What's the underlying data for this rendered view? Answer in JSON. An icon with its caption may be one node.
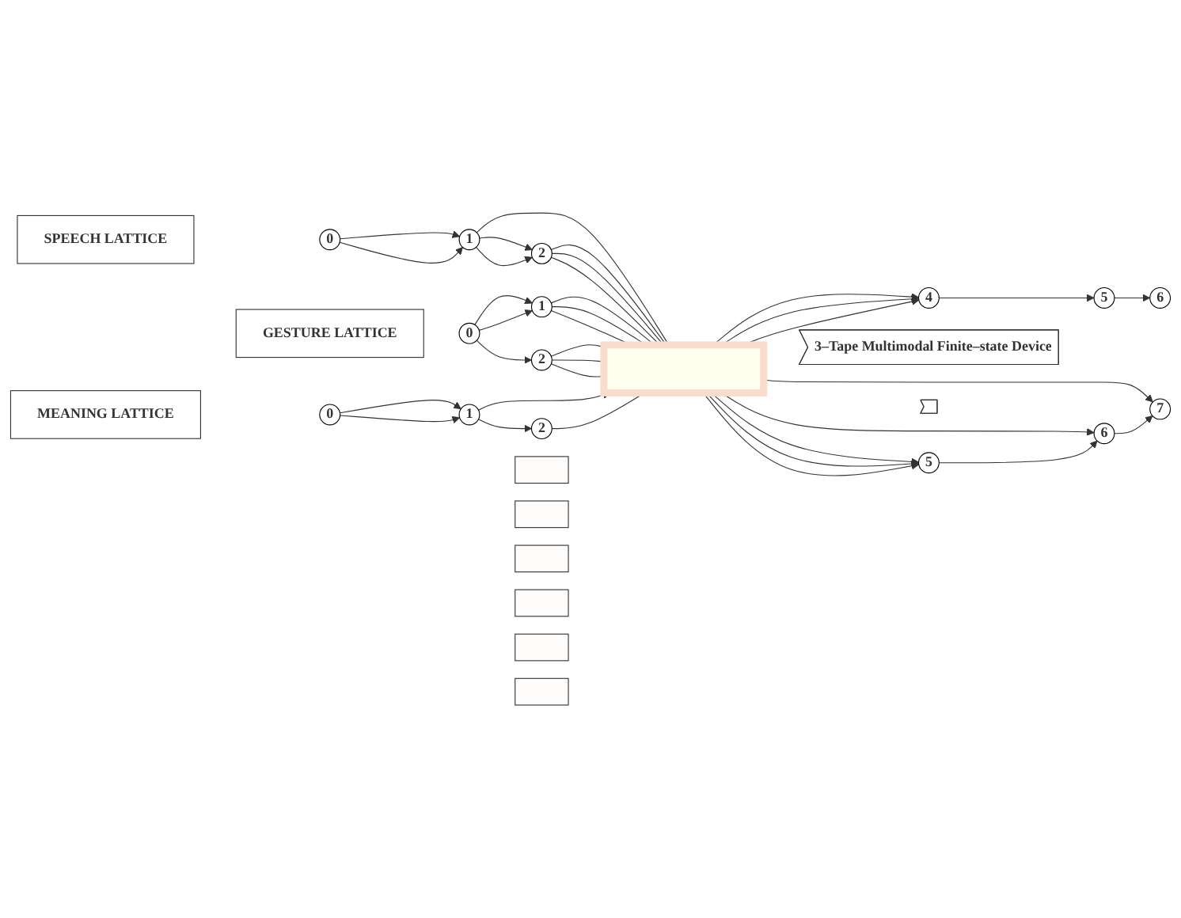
{
  "diagram": {
    "nodes": [
      {
        "text": [
          "SPEECH LATTICE"
        ]
      },
      {
        "text": [],
        "shape": "box"
      },
      {
        "text": [
          "0"
        ]
      },
      {
        "text": [
          "1"
        ]
      },
      {
        "text": [
          "2"
        ]
      },
      {
        "text": [
          "4"
        ]
      },
      {
        "text": [
          "5"
        ]
      },
      {
        "text": [
          "6"
        ]
      },
      {
        "text": [],
        "shape": "bar"
      },
      {
        "text": [],
        "shape": "bar"
      },
      {
        "text": [],
        "shape": "bar"
      },
      {
        "text": [
          "GESTURE LATTICE"
        ]
      },
      {
        "text": [
          "3–Tape Multimodal Finite–state Device"
        ]
      },
      {
        "text": [
          "0"
        ]
      },
      {
        "text": [
          "1"
        ]
      },
      {
        "text": [
          "2"
        ]
      },
      {
        "text": [
          "5"
        ]
      },
      {
        "text": [
          "6"
        ]
      },
      {
        "text": [
          "7"
        ]
      },
      {
        "text": [],
        "shape": "bar"
      },
      {
        "text": [],
        "shape": "bar"
      },
      {
        "text": [],
        "shape": "bar"
      },
      {
        "text": [
          "MEANING LATTICE"
        ]
      },
      {
        "text": [],
        "shape": "arrow"
      },
      {
        "text": [
          "0"
        ]
      },
      {
        "text": [
          "1"
        ]
      },
      {
        "text": [
          "2"
        ]
      }
    ],
    "edges": [
      {
        "from": 2,
        "to": 3,
        "arrow": "to"
      },
      {
        "from": 2,
        "to": 3,
        "arrow": "to"
      },
      {
        "from": 3,
        "to": 4,
        "arrow": "to"
      },
      {
        "from": 3,
        "to": 4,
        "arrow": "to"
      },
      {
        "from": 3,
        "to": 1,
        "arrow": "none"
      },
      {
        "from": 4,
        "to": 1,
        "arrow": "none"
      },
      {
        "from": 4,
        "to": 1,
        "arrow": "none"
      },
      {
        "from": 4,
        "to": 1,
        "arrow": "none"
      },
      {
        "from": 1,
        "to": 5,
        "arrow": "to"
      },
      {
        "from": 1,
        "to": 5,
        "arrow": "to"
      },
      {
        "from": 1,
        "to": 5,
        "arrow": "to"
      },
      {
        "from": 5,
        "to": 6,
        "arrow": "to"
      },
      {
        "from": 6,
        "to": 7,
        "arrow": "to"
      },
      {
        "from": 13,
        "to": 14,
        "arrow": "to"
      },
      {
        "from": 13,
        "to": 14,
        "arrow": "to"
      },
      {
        "from": 13,
        "to": 15,
        "arrow": "to"
      },
      {
        "from": 14,
        "to": 1,
        "arrow": "none"
      },
      {
        "from": 14,
        "to": 1,
        "arrow": "none"
      },
      {
        "from": 14,
        "to": 1,
        "arrow": "none"
      },
      {
        "from": 15,
        "to": 1,
        "arrow": "none"
      },
      {
        "from": 15,
        "to": 1,
        "arrow": "none"
      },
      {
        "from": 15,
        "to": 1,
        "arrow": "none"
      },
      {
        "from": 1,
        "to": 16,
        "arrow": "to"
      },
      {
        "from": 1,
        "to": 16,
        "arrow": "to"
      },
      {
        "from": 1,
        "to": 16,
        "arrow": "to"
      },
      {
        "from": 1,
        "to": 17,
        "arrow": "to"
      },
      {
        "from": 1,
        "to": 18,
        "arrow": "to"
      },
      {
        "from": 16,
        "to": 17,
        "arrow": "to"
      },
      {
        "from": 17,
        "to": 18,
        "arrow": "to"
      },
      {
        "from": 24,
        "to": 25,
        "arrow": "to"
      },
      {
        "from": 24,
        "to": 25,
        "arrow": "to"
      },
      {
        "from": 25,
        "to": 26,
        "arrow": "to"
      },
      {
        "from": 25,
        "to": 1,
        "arrow": "to"
      },
      {
        "from": 26,
        "to": 1,
        "arrow": "none"
      }
    ]
  }
}
